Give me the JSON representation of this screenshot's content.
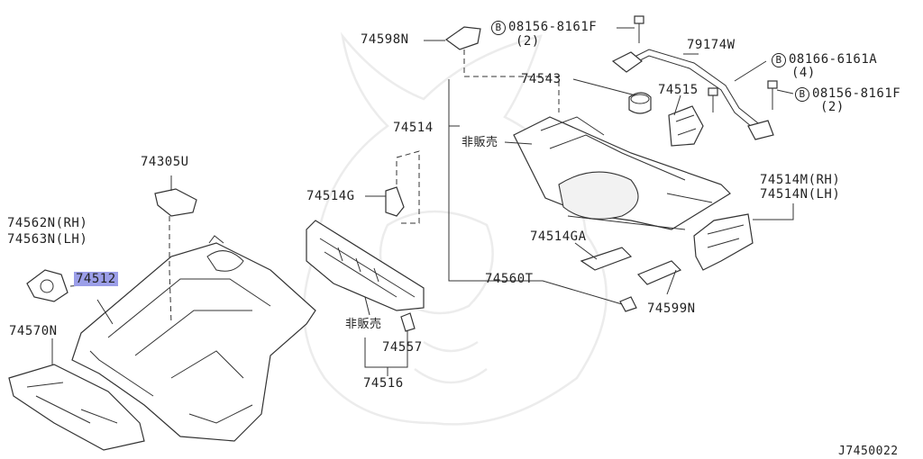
{
  "labels": {
    "p74598n": "74598N",
    "bolt1_code": "08156-8161F",
    "bolt1_qty": "(2)",
    "bolt_letter": "B",
    "p79174w": "79174W",
    "bolt2_code": "08166-6161A",
    "bolt2_qty": "(4)",
    "p74543": "74543",
    "p74515": "74515",
    "bolt3_code": "08156-8161F",
    "bolt3_qty": "(2)",
    "p74514": "74514",
    "hibaibai1": "非販売",
    "p74305u": "74305U",
    "p74514m": "74514M(RH)",
    "p74514n": "74514N(LH)",
    "p74562n": "74562N(RH)",
    "p74563n": "74563N(LH)",
    "p74514g": "74514G",
    "p74512": "74512",
    "p74514ga": "74514GA",
    "p74560t": "74560T",
    "p74599n": "74599N",
    "p74570n": "74570N",
    "hibaibai2": "非販売",
    "p74557": "74557",
    "p74516": "74516",
    "diagram_code": "J7450022"
  },
  "highlight_color": "#9b9ee8"
}
